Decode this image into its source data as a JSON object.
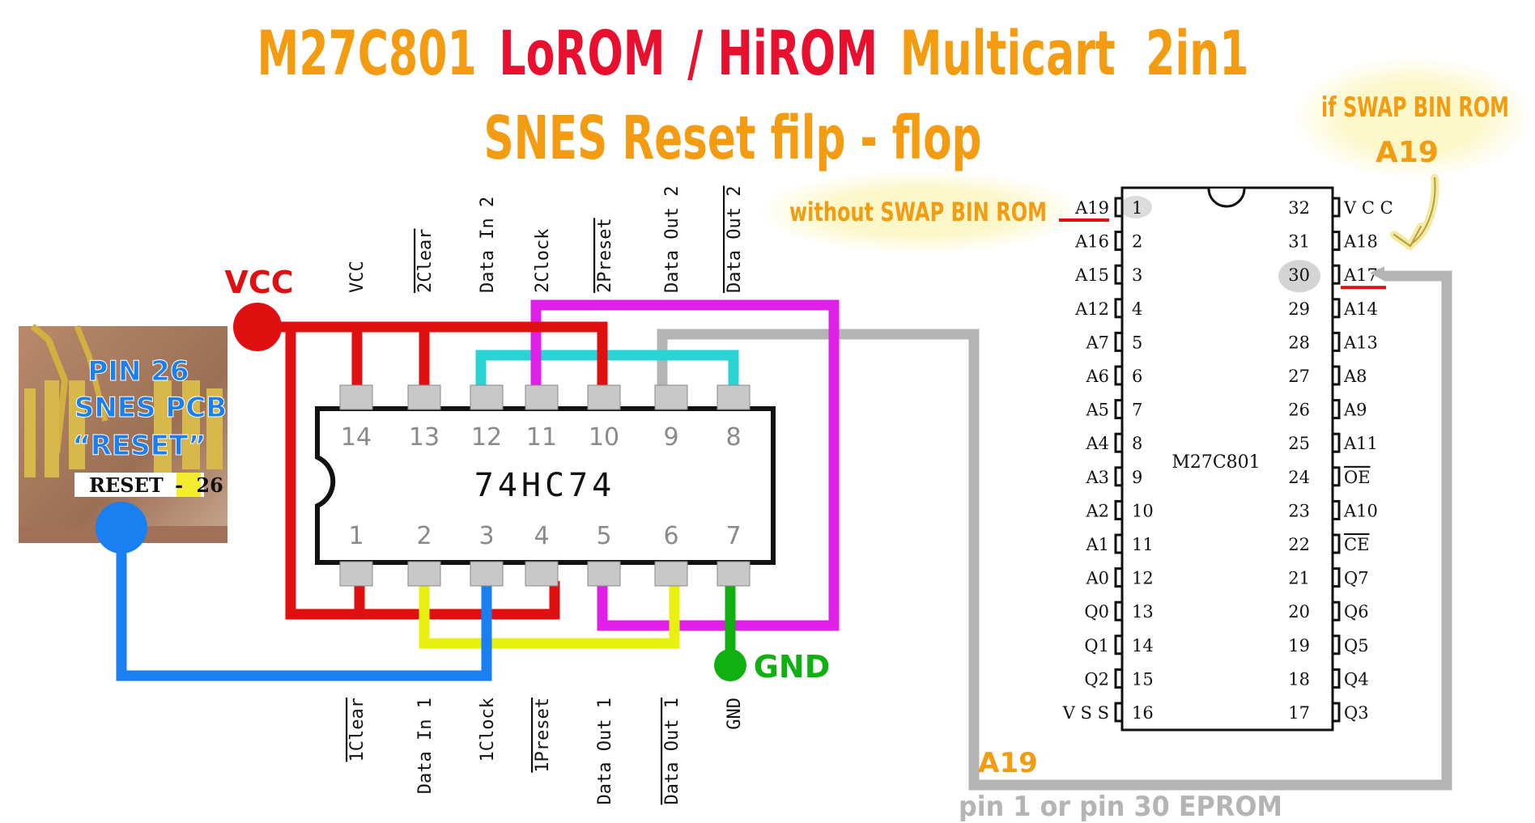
{
  "title": {
    "part1": "M27C801",
    "part2": "LoROM",
    "part3": "/ HiROM",
    "part4": "Multicart",
    "part5": "2in1",
    "line2": "SNES Reset  filp - flop"
  },
  "notes": {
    "without_swap": "without SWAP BIN ROM",
    "if_swap": "if SWAP BIN ROM",
    "if_swap_pin": "A19",
    "a19_label": "A19",
    "bottom": "pin 1 or pin 30 EPROM"
  },
  "colors": {
    "orange": "#f39c12",
    "red_title": "#e8102e",
    "wire_red": "#e01010",
    "wire_magenta": "#e020e8",
    "wire_cyan": "#2ad4d4",
    "wire_gray": "#b4b4b4",
    "wire_yellow": "#e8f010",
    "wire_blue": "#1a7ff0",
    "wire_green": "#10b010",
    "label_blue": "#1a7ff0",
    "bubble": "#fbf7c8"
  },
  "power": {
    "vcc": "VCC",
    "gnd": "GND"
  },
  "snes_pad": {
    "line1": "PIN 26",
    "line2": "SNES PCB",
    "line3": "“RESET”",
    "tag_text": "RESET",
    "tag_dash": "-",
    "tag_num": "26"
  },
  "ic_74": {
    "name": "74HC74",
    "top_pins": [
      "14",
      "13",
      "12",
      "11",
      "10",
      "9",
      "8"
    ],
    "bottom_pins": [
      "1",
      "2",
      "3",
      "4",
      "5",
      "6",
      "7"
    ],
    "top_labels": [
      {
        "text": "VCC",
        "over": false
      },
      {
        "text": "2Clear",
        "over": true
      },
      {
        "text": "Data In 2",
        "over": false
      },
      {
        "text": "2Clock",
        "over": false
      },
      {
        "text": "2Preset",
        "over": true
      },
      {
        "text": "Data Out 2",
        "over": false
      },
      {
        "text": "Data Out 2",
        "over": true
      }
    ],
    "bottom_labels": [
      {
        "text": "1Clear",
        "over": true
      },
      {
        "text": "Data In 1",
        "over": false
      },
      {
        "text": "1Clock",
        "over": false
      },
      {
        "text": "1Preset",
        "over": true
      },
      {
        "text": "Data Out 1",
        "over": false
      },
      {
        "text": "Data Out 1",
        "over": true
      },
      {
        "text": "GND",
        "over": false
      }
    ]
  },
  "eprom": {
    "name": "M27C801",
    "left": [
      {
        "pin": "1",
        "name": "A19",
        "over": false
      },
      {
        "pin": "2",
        "name": "A16",
        "over": false
      },
      {
        "pin": "3",
        "name": "A15",
        "over": false
      },
      {
        "pin": "4",
        "name": "A12",
        "over": false
      },
      {
        "pin": "5",
        "name": "A7",
        "over": false
      },
      {
        "pin": "6",
        "name": "A6",
        "over": false
      },
      {
        "pin": "7",
        "name": "A5",
        "over": false
      },
      {
        "pin": "8",
        "name": "A4",
        "over": false
      },
      {
        "pin": "9",
        "name": "A3",
        "over": false
      },
      {
        "pin": "10",
        "name": "A2",
        "over": false
      },
      {
        "pin": "11",
        "name": "A1",
        "over": false
      },
      {
        "pin": "12",
        "name": "A0",
        "over": false
      },
      {
        "pin": "13",
        "name": "Q0",
        "over": false
      },
      {
        "pin": "14",
        "name": "Q1",
        "over": false
      },
      {
        "pin": "15",
        "name": "Q2",
        "over": false
      },
      {
        "pin": "16",
        "name": "V S S",
        "over": false
      }
    ],
    "right": [
      {
        "pin": "32",
        "name": "V C C",
        "over": false
      },
      {
        "pin": "31",
        "name": "A18",
        "over": false
      },
      {
        "pin": "30",
        "name": "A17",
        "over": false
      },
      {
        "pin": "29",
        "name": "A14",
        "over": false
      },
      {
        "pin": "28",
        "name": "A13",
        "over": false
      },
      {
        "pin": "27",
        "name": "A8",
        "over": false
      },
      {
        "pin": "26",
        "name": "A9",
        "over": false
      },
      {
        "pin": "25",
        "name": "A11",
        "over": false
      },
      {
        "pin": "24",
        "name": "OE",
        "over": true
      },
      {
        "pin": "23",
        "name": "A10",
        "over": false
      },
      {
        "pin": "22",
        "name": "CE",
        "over": true
      },
      {
        "pin": "21",
        "name": "Q7",
        "over": false
      },
      {
        "pin": "20",
        "name": "Q6",
        "over": false
      },
      {
        "pin": "19",
        "name": "Q5",
        "over": false
      },
      {
        "pin": "18",
        "name": "Q4",
        "over": false
      },
      {
        "pin": "17",
        "name": "Q3",
        "over": false
      }
    ]
  }
}
